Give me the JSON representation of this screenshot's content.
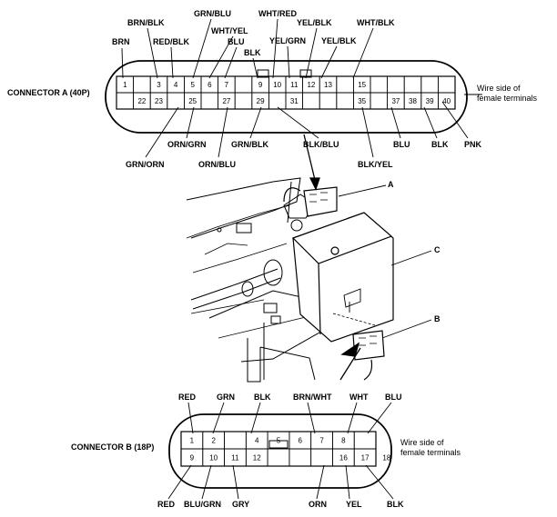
{
  "connector_a": {
    "title": "CONNECTOR A (40P)",
    "caption_line1": "Wire side of",
    "caption_line2": "female terminals",
    "top_row": [
      {
        "pin": "1",
        "wire": "BRN"
      },
      {
        "pin": "3",
        "wire": "BRN/BLK"
      },
      {
        "pin": "4",
        "wire": "RED/BLK"
      },
      {
        "pin": "5",
        "wire": "GRN/BLU"
      },
      {
        "pin": "6",
        "wire": "WHT/YEL"
      },
      {
        "pin": "7",
        "wire": "BLU"
      },
      {
        "pin": "9",
        "wire": "BLK"
      },
      {
        "pin": "10",
        "wire": "WHT/RED"
      },
      {
        "pin": "11",
        "wire": "YEL/GRN"
      },
      {
        "pin": "12",
        "wire": "YEL/BLK"
      },
      {
        "pin": "13",
        "wire": "YEL/BLK"
      },
      {
        "pin": "15",
        "wire": "WHT/BLK"
      }
    ],
    "bottom_row": [
      {
        "pin": "22",
        "wire": "GRN/ORN"
      },
      {
        "pin": "23",
        "wire": "ORN/GRN"
      },
      {
        "pin": "25",
        "wire": "ORN/BLU"
      },
      {
        "pin": "27",
        "wire": "GRN/BLK"
      },
      {
        "pin": "29",
        "wire": "BLK/BLU"
      },
      {
        "pin": "31",
        "wire": "BLK/YEL"
      },
      {
        "pin": "35",
        "wire": "BLU"
      },
      {
        "pin": "37",
        "wire": "BLK"
      },
      {
        "pin": "38",
        "wire": ""
      },
      {
        "pin": "39",
        "wire": "PNK"
      },
      {
        "pin": "40",
        "wire": ""
      }
    ]
  },
  "connector_b": {
    "title": "CONNECTOR B (18P)",
    "caption_line1": "Wire side of",
    "caption_line2": "female terminals",
    "top_row": [
      {
        "pin": "1",
        "wire": "RED"
      },
      {
        "pin": "2",
        "wire": "GRN"
      },
      {
        "pin": "4",
        "wire": "BLK"
      },
      {
        "pin": "5",
        "wire": "BRN/WHT"
      },
      {
        "pin": "6",
        "wire": ""
      },
      {
        "pin": "7",
        "wire": "WHT"
      },
      {
        "pin": "8",
        "wire": "BLU"
      }
    ],
    "bottom_row": [
      {
        "pin": "9",
        "wire": "RED"
      },
      {
        "pin": "10",
        "wire": "BLU/GRN"
      },
      {
        "pin": "11",
        "wire": "GRY"
      },
      {
        "pin": "12",
        "wire": ""
      },
      {
        "pin": "16",
        "wire": "ORN"
      },
      {
        "pin": "17",
        "wire": "YEL"
      },
      {
        "pin": "18",
        "wire": "BLK"
      }
    ]
  },
  "callouts": {
    "a": "A",
    "b": "B",
    "c": "C"
  }
}
